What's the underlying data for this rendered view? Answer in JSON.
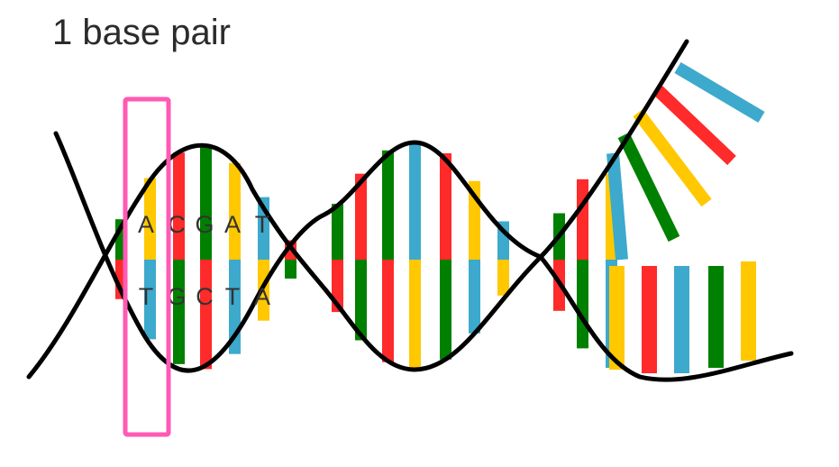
{
  "title": "1 base pair",
  "colors": {
    "A": "#ffc800",
    "C": "#ff2a2a",
    "G": "#008000",
    "T": "#3da9cd",
    "strand": "#000000",
    "highlight": "#ff5ab4"
  },
  "top_letters": [
    "A",
    "C",
    "G",
    "A",
    "T"
  ],
  "bottom_letters": [
    "T",
    "G",
    "C",
    "T",
    "A"
  ],
  "bars": [
    {
      "top": "G",
      "bottom": "C"
    },
    {
      "top": "A",
      "bottom": "T"
    },
    {
      "top": "C",
      "bottom": "G"
    },
    {
      "top": "G",
      "bottom": "C"
    },
    {
      "top": "A",
      "bottom": "T"
    },
    {
      "top": "T",
      "bottom": "A"
    },
    {
      "top": "C",
      "bottom": "G"
    },
    {
      "top": "G",
      "bottom": "C"
    },
    {
      "top": "C",
      "bottom": "G"
    },
    {
      "top": "G",
      "bottom": "C"
    },
    {
      "top": "T",
      "bottom": "A"
    },
    {
      "top": "C",
      "bottom": "G"
    },
    {
      "top": "A",
      "bottom": "T"
    },
    {
      "top": "T",
      "bottom": "A"
    },
    {
      "top": "G",
      "bottom": "C"
    },
    {
      "top": "C",
      "bottom": "G"
    },
    {
      "top": "A",
      "bottom": "T"
    }
  ],
  "loose_top": [
    "T",
    "G",
    "A",
    "C",
    "T"
  ],
  "loose_bottom": [
    "A",
    "C",
    "T",
    "G",
    "A"
  ]
}
